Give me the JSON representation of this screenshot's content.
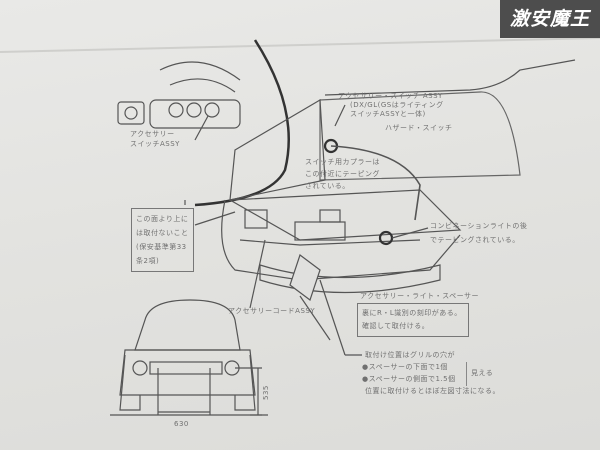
{
  "watermark": {
    "text": "激安魔王",
    "bg": "#4d4d4d"
  },
  "labels": {
    "switch_assy_top": "アクセサリー・スイッチ ASSY",
    "switch_assy_note1": "(DX/GL(GSはライティング",
    "switch_assy_note2": "スイッチASSYと一体)",
    "hazard_switch": "ハザード・スイッチ",
    "coupler_note": [
      "スイッチ用カプラーは",
      "この付近にテーピング",
      "されている。"
    ],
    "switch_assy_left": [
      "アクセサリー",
      "スイッチASSY"
    ],
    "height_limit_box": [
      "この面より上に",
      "は取付ないこと",
      "(保安基準第33",
      "条2項)"
    ],
    "combination_light": [
      "コンビネーションライトの後",
      "でテーピングされている。"
    ],
    "light_spacer": "アクセサリー・ライト・スペーサー",
    "spacer_box": [
      "裏にR・L識別の刻印がある。",
      "確認して取付ける。"
    ],
    "cord_assy": "アクセサリーコードASSY",
    "position_note": {
      "line1": "取付け位置はグリルの穴が",
      "bullet1": "●スペーサーの下面で1個",
      "bullet2": "●スペーサーの側面で1.5個",
      "visible": "見える",
      "line2": "位置に取付けるとほぼ左図寸法になる。"
    },
    "dim_width": "630",
    "dim_height": "535"
  }
}
